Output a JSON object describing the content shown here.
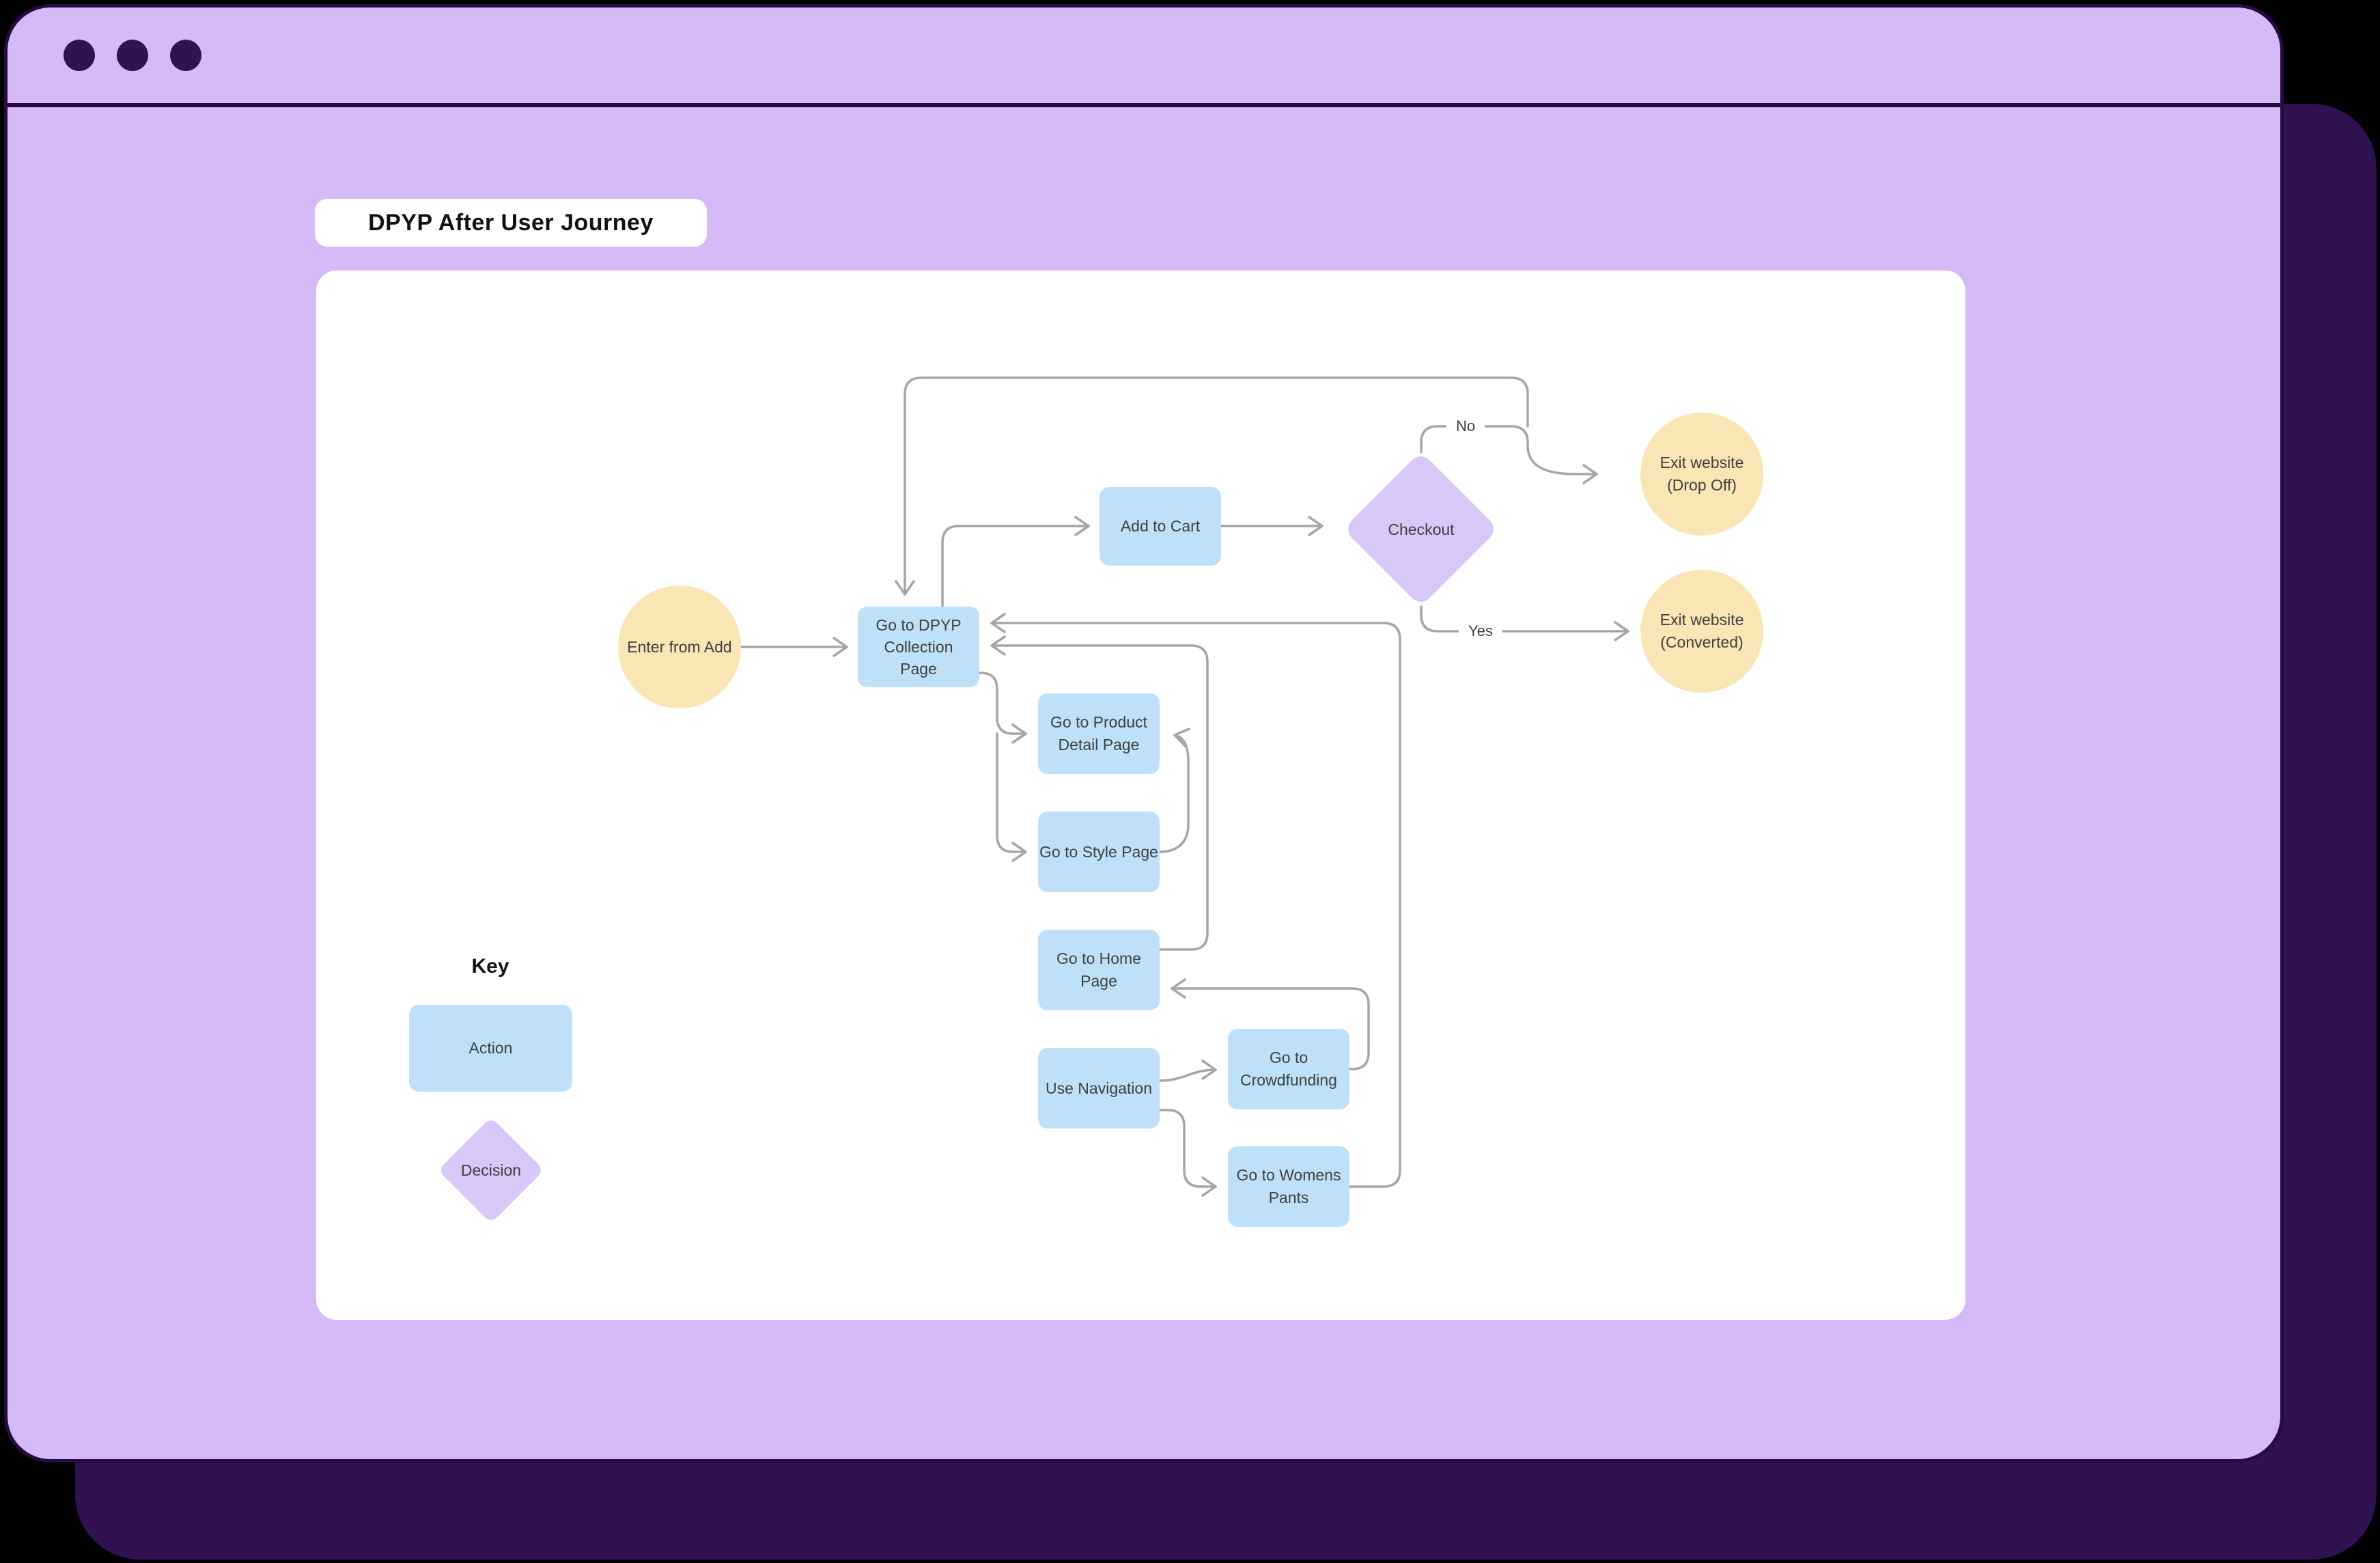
{
  "diagram": {
    "title": "DPYP After User Journey",
    "nodes": {
      "enter": {
        "label": "Enter from Add"
      },
      "dpyp": {
        "lines": [
          "Go to DPYP",
          "Collection",
          "Page"
        ]
      },
      "add_to_cart": {
        "label": "Add to Cart"
      },
      "checkout": {
        "label": "Checkout"
      },
      "exit_drop_off": {
        "lines": [
          "Exit website",
          "(Drop Off)"
        ]
      },
      "exit_converted": {
        "lines": [
          "Exit website",
          "(Converted)"
        ]
      },
      "product_detail": {
        "lines": [
          "Go to Product",
          "Detail Page"
        ]
      },
      "style_page": {
        "label": "Go to Style Page"
      },
      "home_page": {
        "label": "Go to Home Page"
      },
      "use_navigation": {
        "label": "Use Navigation"
      },
      "crowdfunding": {
        "lines": [
          "Go to",
          "Crowdfunding"
        ]
      },
      "womens_pants": {
        "lines": [
          "Go to Womens",
          "Pants"
        ]
      }
    },
    "edge_labels": {
      "no": "No",
      "yes": "Yes"
    },
    "key": {
      "heading": "Key",
      "action": "Action",
      "decision": "Decision"
    },
    "colors": {
      "window": "#d5baf8",
      "window_border": "#270a43",
      "shadow_layer": "#301152",
      "action_fill": "#bee1f9",
      "decision_fill": "#d8c7f7",
      "terminal_fill": "#fae5b5",
      "connector": "#a6a6a6",
      "text": "#404040"
    }
  }
}
